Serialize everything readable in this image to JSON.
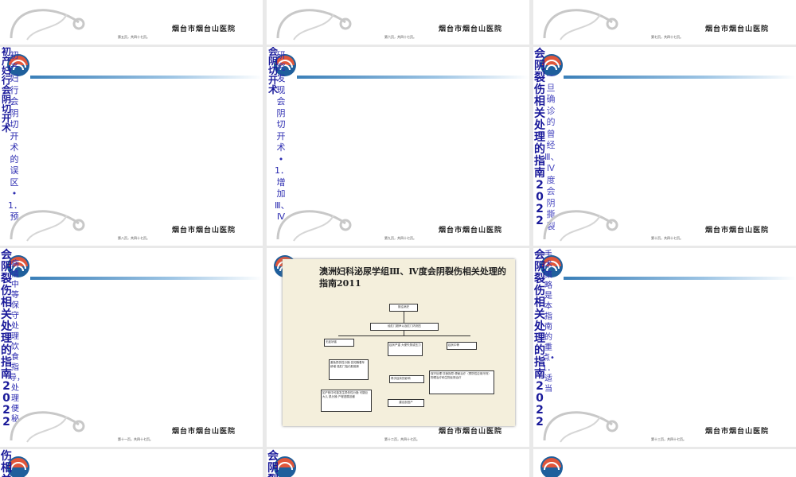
{
  "footer": {
    "hospital": "烟台市烟台山医院",
    "pages": [
      "第五页，共四十七页。",
      "第六页，共四十七页。",
      "第七页，共四十七页。",
      "第八页，共四十七页。",
      "第九页，共四十七页。",
      "第十页，共四十七页。",
      "第十一页，共四十七页。",
      "第十二页，共四十七页。",
      "第十三页，共四十七页。"
    ]
  },
  "slides": {
    "s4": {
      "title": "初产妇行会阴切开术",
      "body": "初产妇行会阴切开术的误区•1．预"
    },
    "s5": {
      "title": "会阴切开术",
      "body": "研究发现会阴切开术•1．增加Ⅲ、Ⅳ"
    },
    "s6": {
      "title": "会阴裂伤相关处理的指南2022",
      "body": "一旦确诊的曾经Ⅲ、Ⅳ度会阴撕裂"
    },
    "s7": {
      "title": "会阴裂伤相关处理的指南2022",
      "body": "病情中等保守处理饮食指导，处理便秘"
    },
    "s8": {
      "chart_title": "澳洲妇科泌尿学组Ⅲ、Ⅳ度会阴裂伤相关处理的指南2011",
      "flow": {
        "root": "既往病史",
        "evaluate": "经肛门超声以及肛门内测压",
        "mild": "无症状者",
        "moderate": "症状严重 大便失禁或压力",
        "middle": "症状中等",
        "mild_advice": "避免损伤性分娩 告知随着年龄增 强肛门括约肌锻炼",
        "moderate_advice": "再次症状的影响",
        "middle_advice": "保守处理 饮食指导 便秘治疗（预防性应用泻剂） 物理治疗和生物反馈治疗",
        "bottom_left": "如产程中可能发生损伤性分娩 可疑巨大儿 肌分娩 产程进展迟缓",
        "bottom_mid": "建议剖宫产"
      }
    },
    "s9": {
      "title": "会阴裂伤相关处理的指南2022",
      "body": "手术策略是本指南的重点•1．适当"
    },
    "s10": {
      "title": "伤相关"
    },
    "s11": {
      "title": "会阴裂伤"
    }
  }
}
